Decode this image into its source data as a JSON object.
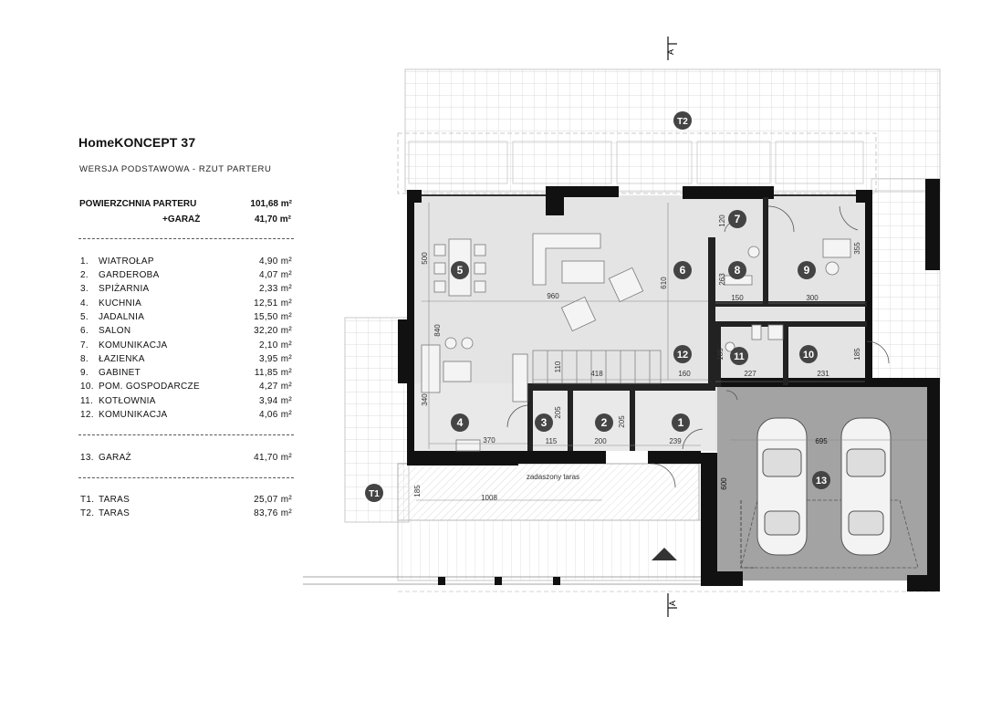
{
  "legend": {
    "title": "HomeKONCEPT 37",
    "subtitle": "WERSJA  PODSTAWOWA   -   RZUT PARTERU",
    "floor_area_label": "POWIERZCHNIA PARTERU",
    "floor_area_value": "101,68 m²",
    "garage_plus_label": "+GARAŻ",
    "garage_plus_value": "41,70 m²",
    "rooms": [
      {
        "num": "1.",
        "name": "WIATROŁAP",
        "area": "4,90 m²"
      },
      {
        "num": "2.",
        "name": "GARDEROBA",
        "area": "4,07 m²"
      },
      {
        "num": "3.",
        "name": "SPIŻARNIA",
        "area": "2,33 m²"
      },
      {
        "num": "4.",
        "name": "KUCHNIA",
        "area": "12,51 m²"
      },
      {
        "num": "5.",
        "name": "JADALNIA",
        "area": "15,50 m²"
      },
      {
        "num": "6.",
        "name": "SALON",
        "area": "32,20 m²"
      },
      {
        "num": "7.",
        "name": "KOMUNIKACJA",
        "area": "2,10 m²"
      },
      {
        "num": "8.",
        "name": "ŁAZIENKA",
        "area": "3,95 m²"
      },
      {
        "num": "9.",
        "name": "GABINET",
        "area": "11,85 m²"
      },
      {
        "num": "10.",
        "name": "POM. GOSPODARCZE",
        "area": "4,27 m²"
      },
      {
        "num": "11.",
        "name": "KOTŁOWNIA",
        "area": "3,94 m²"
      },
      {
        "num": "12.",
        "name": "KOMUNIKACJA",
        "area": "4,06 m²"
      }
    ],
    "garage": {
      "num": "13.",
      "name": "GARAŻ",
      "area": "41,70 m²"
    },
    "terraces": [
      {
        "num": "T1.",
        "name": "TARAS",
        "area": "25,07 m²"
      },
      {
        "num": "T2.",
        "name": "TARAS",
        "area": "83,76 m²"
      }
    ]
  },
  "plan": {
    "section_mark": "A",
    "covered_terrace_label": "zadaszony taras",
    "room_badges": [
      "1",
      "2",
      "3",
      "4",
      "5",
      "6",
      "7",
      "8",
      "9",
      "10",
      "11",
      "12",
      "13",
      "T1",
      "T2"
    ],
    "dimensions": {
      "d960": "960",
      "d500": "500",
      "d840": "840",
      "d340": "340",
      "d610": "610",
      "d370": "370",
      "d418": "418",
      "d110": "110",
      "d160": "160",
      "d263": "263",
      "d150": "150",
      "d120": "120",
      "d300": "300",
      "d355": "355",
      "d185a": "185",
      "d227": "227",
      "d185b": "185",
      "d231": "231",
      "d205a": "205",
      "d205b": "205",
      "d205c": "205",
      "d115": "115",
      "d200": "200",
      "d239": "239",
      "d695": "695",
      "d600": "600",
      "d1008": "1008",
      "d185c": "185"
    }
  }
}
